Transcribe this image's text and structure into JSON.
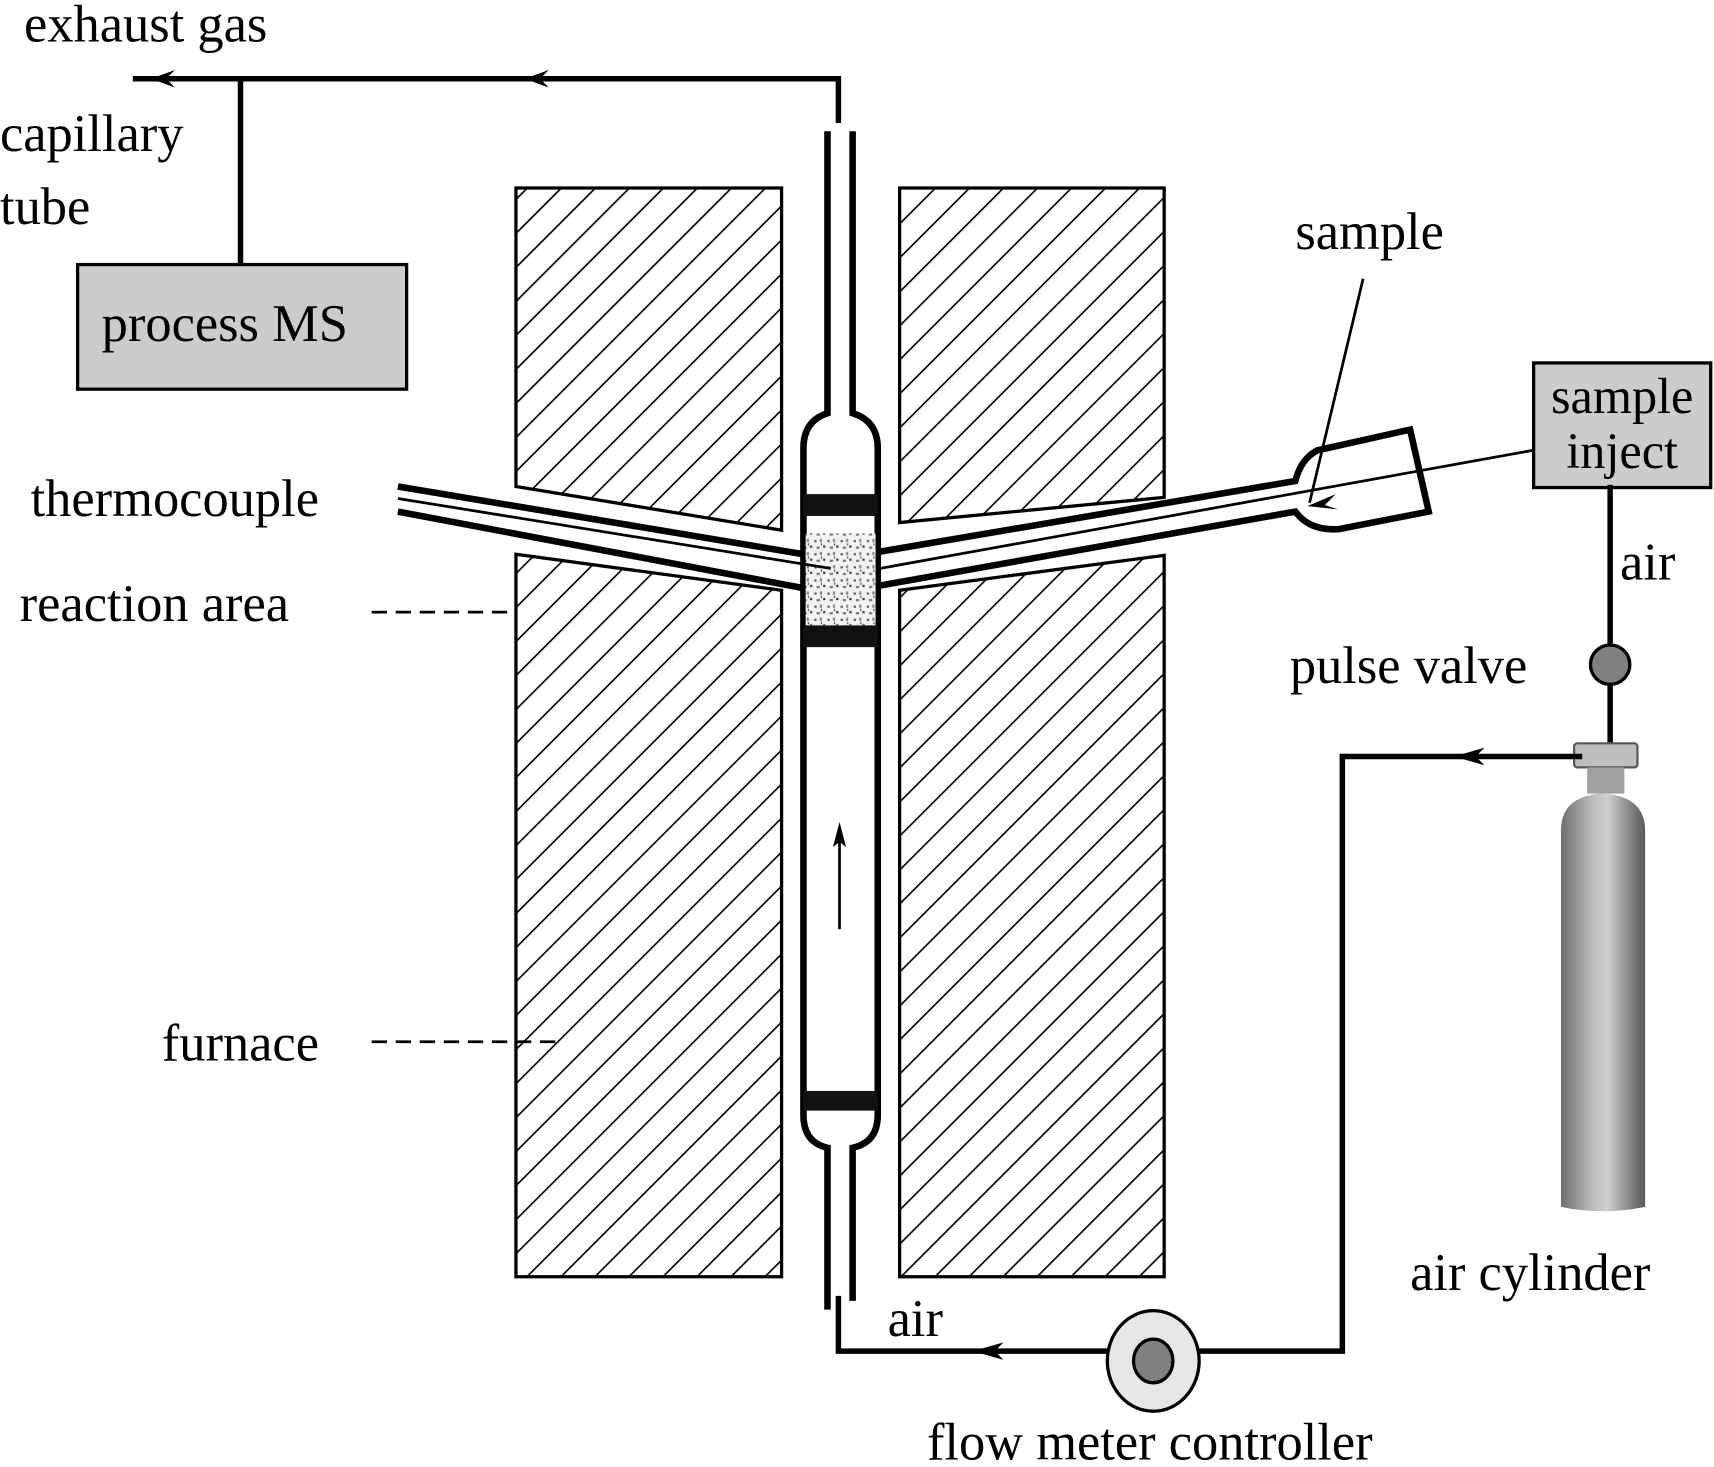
{
  "diagram": {
    "title": "",
    "labels": {
      "exhaust_gas": "exhaust gas",
      "capillary_tube_line1": "capillary",
      "capillary_tube_line2": "tube",
      "process_ms": "process MS",
      "thermocouple": "thermocouple",
      "reaction_area": "reaction area",
      "furnace": "furnace",
      "sample": "sample",
      "sample_inject_line1": "sample",
      "sample_inject_line2": "inject",
      "air_top": "air",
      "pulse_valve": "pulse valve",
      "air_cylinder": "air cylinder",
      "air_bottom": "air",
      "flow_meter_controller": "flow meter controller"
    },
    "colors": {
      "box_fill": "#cccccc",
      "valve_fill": "#808080",
      "flowmeter_outer": "#e6e6e6",
      "flowmeter_inner": "#808080",
      "cylinder_body": "#9a9a9a",
      "line": "#000000"
    },
    "flow_direction": [
      "air cylinder",
      "flow meter controller",
      "reactor tube (upward)",
      "exhaust gas / process MS"
    ]
  }
}
